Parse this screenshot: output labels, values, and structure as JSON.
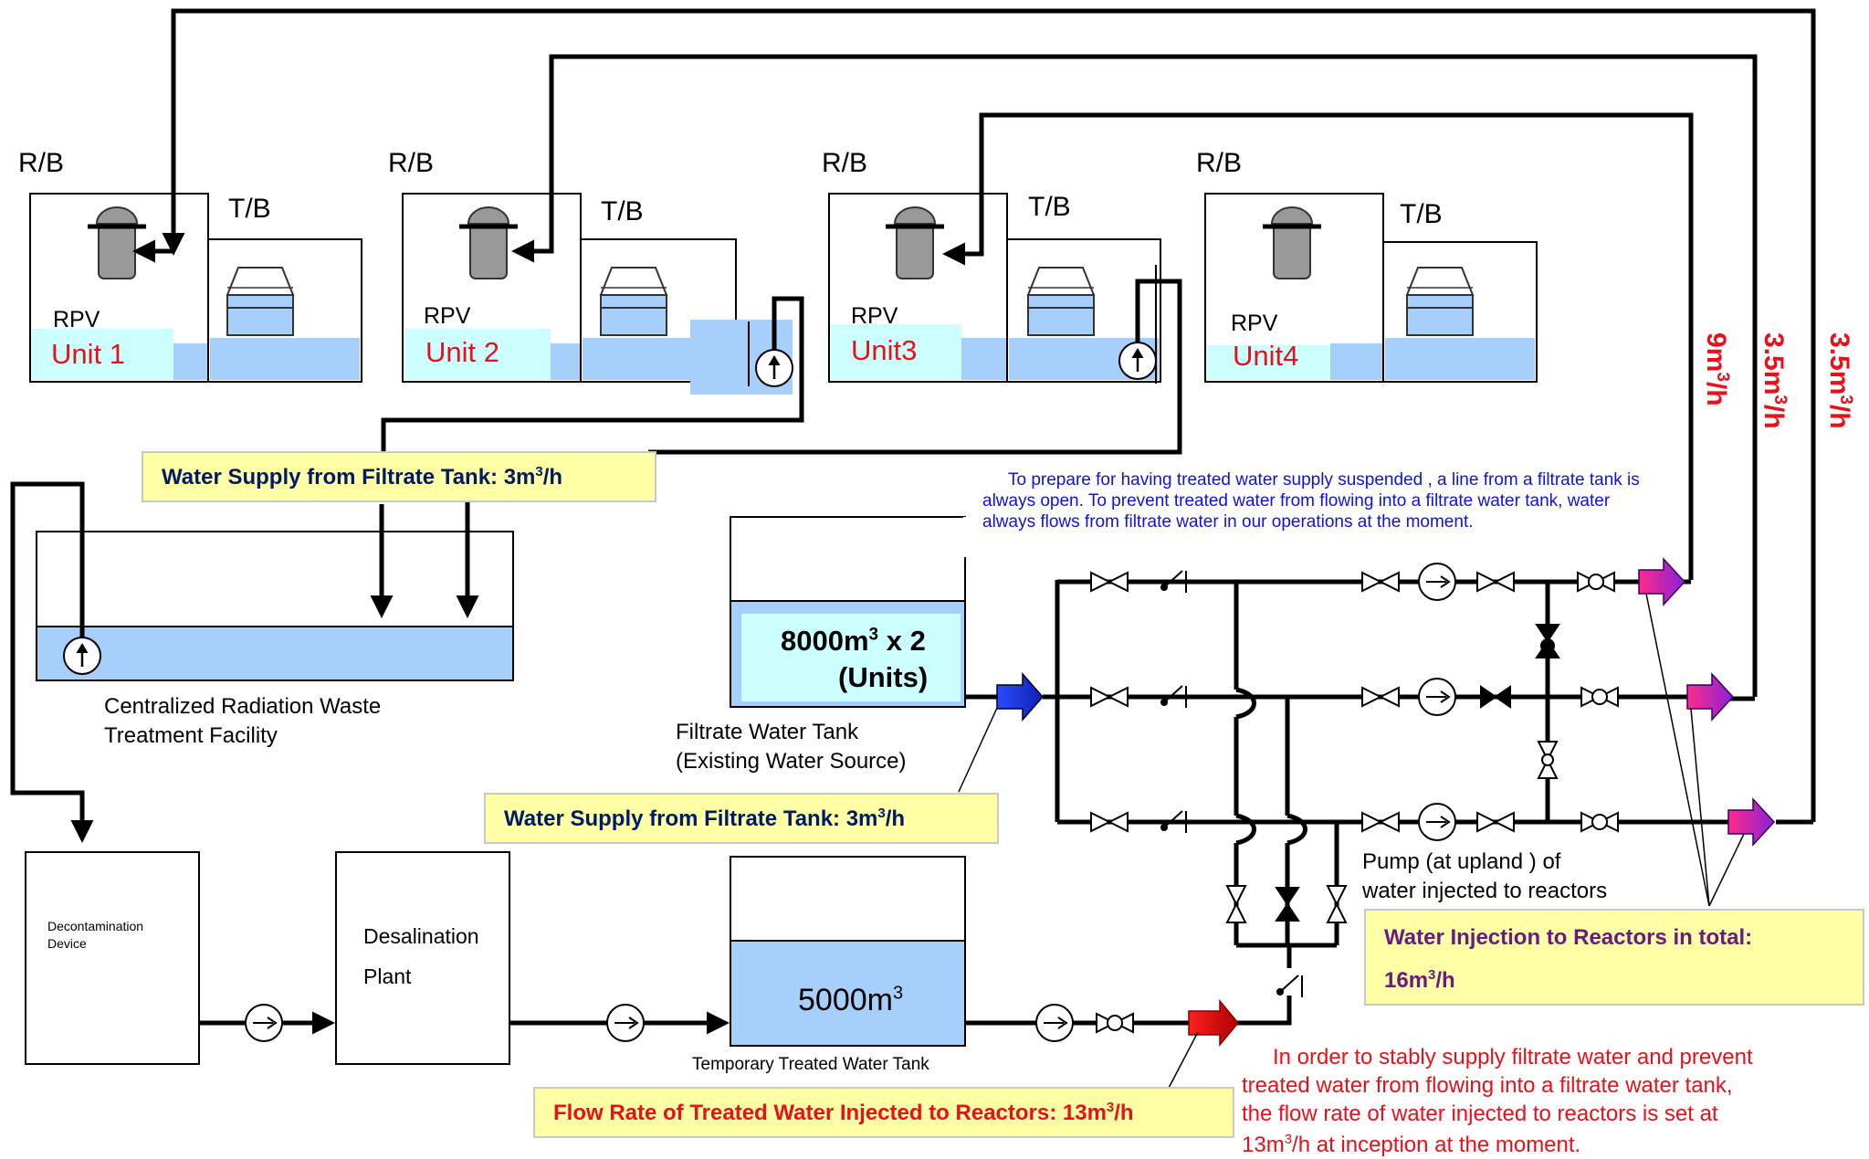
{
  "units": [
    {
      "rb": "R/B",
      "tb": "T/B",
      "rpv": "RPV",
      "name": "Unit 1"
    },
    {
      "rb": "R/B",
      "tb": "T/B",
      "rpv": "RPV",
      "name": "Unit 2"
    },
    {
      "rb": "R/B",
      "tb": "T/B",
      "rpv": "RPV",
      "name": "Unit3"
    },
    {
      "rb": "R/B",
      "tb": "T/B",
      "rpv": "RPV",
      "name": "Unit4"
    }
  ],
  "flow_labels": {
    "f1": "9m",
    "f2": "3.5m",
    "f3": "3.5m",
    "sup": "3",
    "per": "/h"
  },
  "callouts": {
    "supply_top": {
      "text": "Water Supply from Filtrate Tank: 3m",
      "sup": "3",
      "tail": "/h"
    },
    "supply_mid": {
      "text": "Water Supply from Filtrate Tank: 3m",
      "sup": "3",
      "tail": "/h"
    },
    "injection_total": {
      "line1": "Water Injection to Reactors in total:",
      "line2": "16m",
      "sup": "3",
      "tail": "/h"
    },
    "treated_flow": {
      "text": "Flow Rate of Treated Water Injected to Reactors: 13m",
      "sup": "3",
      "tail": "/h"
    }
  },
  "blue_note": "To prepare for having treated water supply suspended , a line from a filtrate tank is always open. To prevent treated water from flowing into a filtrate water tank, water always flows from filtrate water in our operations at the moment.",
  "red_note": {
    "l1": "In order to stably supply filtrate water and prevent",
    "l2": "treated water from flowing into a filtrate water tank,",
    "l3": "the flow rate of water injected to reactors  is set at",
    "l4a": "13m",
    "l4sup": "3",
    "l4b": "/h at inception at the moment."
  },
  "filtrate_tank": {
    "cap_a": "8000m",
    "cap_sup": "3",
    "cap_b": " x 2",
    "cap_units": "(Units)",
    "name1": "Filtrate Water Tank",
    "name2": "(Existing Water Source)"
  },
  "treated_tank": {
    "cap": "5000m",
    "cap_sup": "3",
    "name": "Temporary Treated Water Tank"
  },
  "facility": {
    "line1": "Centralized Radiation Waste",
    "line2": "Treatment Facility"
  },
  "decon": {
    "line1": "Decontamination",
    "line2": "Device"
  },
  "desal": {
    "line1": "Desalination",
    "line2": "Plant"
  },
  "pump_label": {
    "line1": "Pump (at upland ) of",
    "line2": "water injected to reactors"
  },
  "colors": {
    "water": "#a6cffb",
    "cyan": "#ccffff",
    "red": "#e8101a",
    "callout": "#ffffa6",
    "blue": "#1010e8",
    "pipe": "#000000",
    "arrow_magenta": "#cc22cc",
    "arrow_blue": "#2040e0"
  }
}
